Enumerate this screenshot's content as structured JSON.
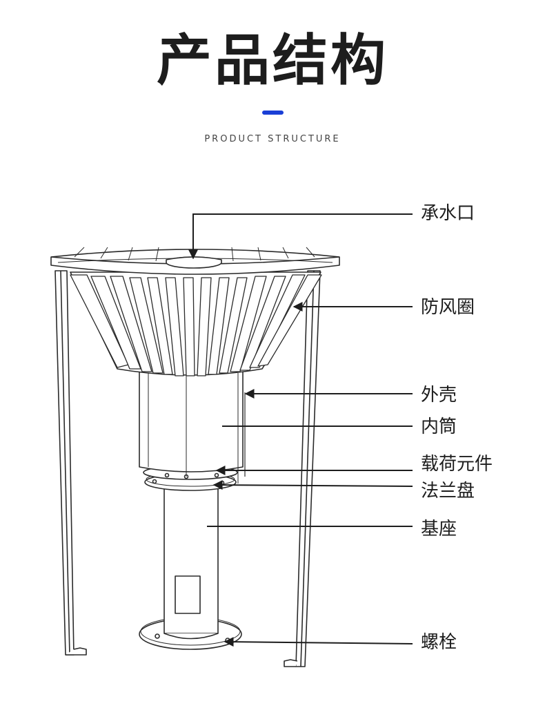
{
  "header": {
    "title": "产品结构",
    "subtitle": "PRODUCT STRUCTURE",
    "accent_color": "#1a3fd6"
  },
  "parts": [
    {
      "id": "water-inlet",
      "label": "承水口"
    },
    {
      "id": "windshield-ring",
      "label": "防风圈"
    },
    {
      "id": "outer-shell",
      "label": "外壳"
    },
    {
      "id": "inner-cylinder",
      "label": "内筒"
    },
    {
      "id": "load-element",
      "label": "载荷元件"
    },
    {
      "id": "flange-plate",
      "label": "法兰盘"
    },
    {
      "id": "base",
      "label": "基座"
    },
    {
      "id": "bolt",
      "label": "螺栓"
    }
  ]
}
